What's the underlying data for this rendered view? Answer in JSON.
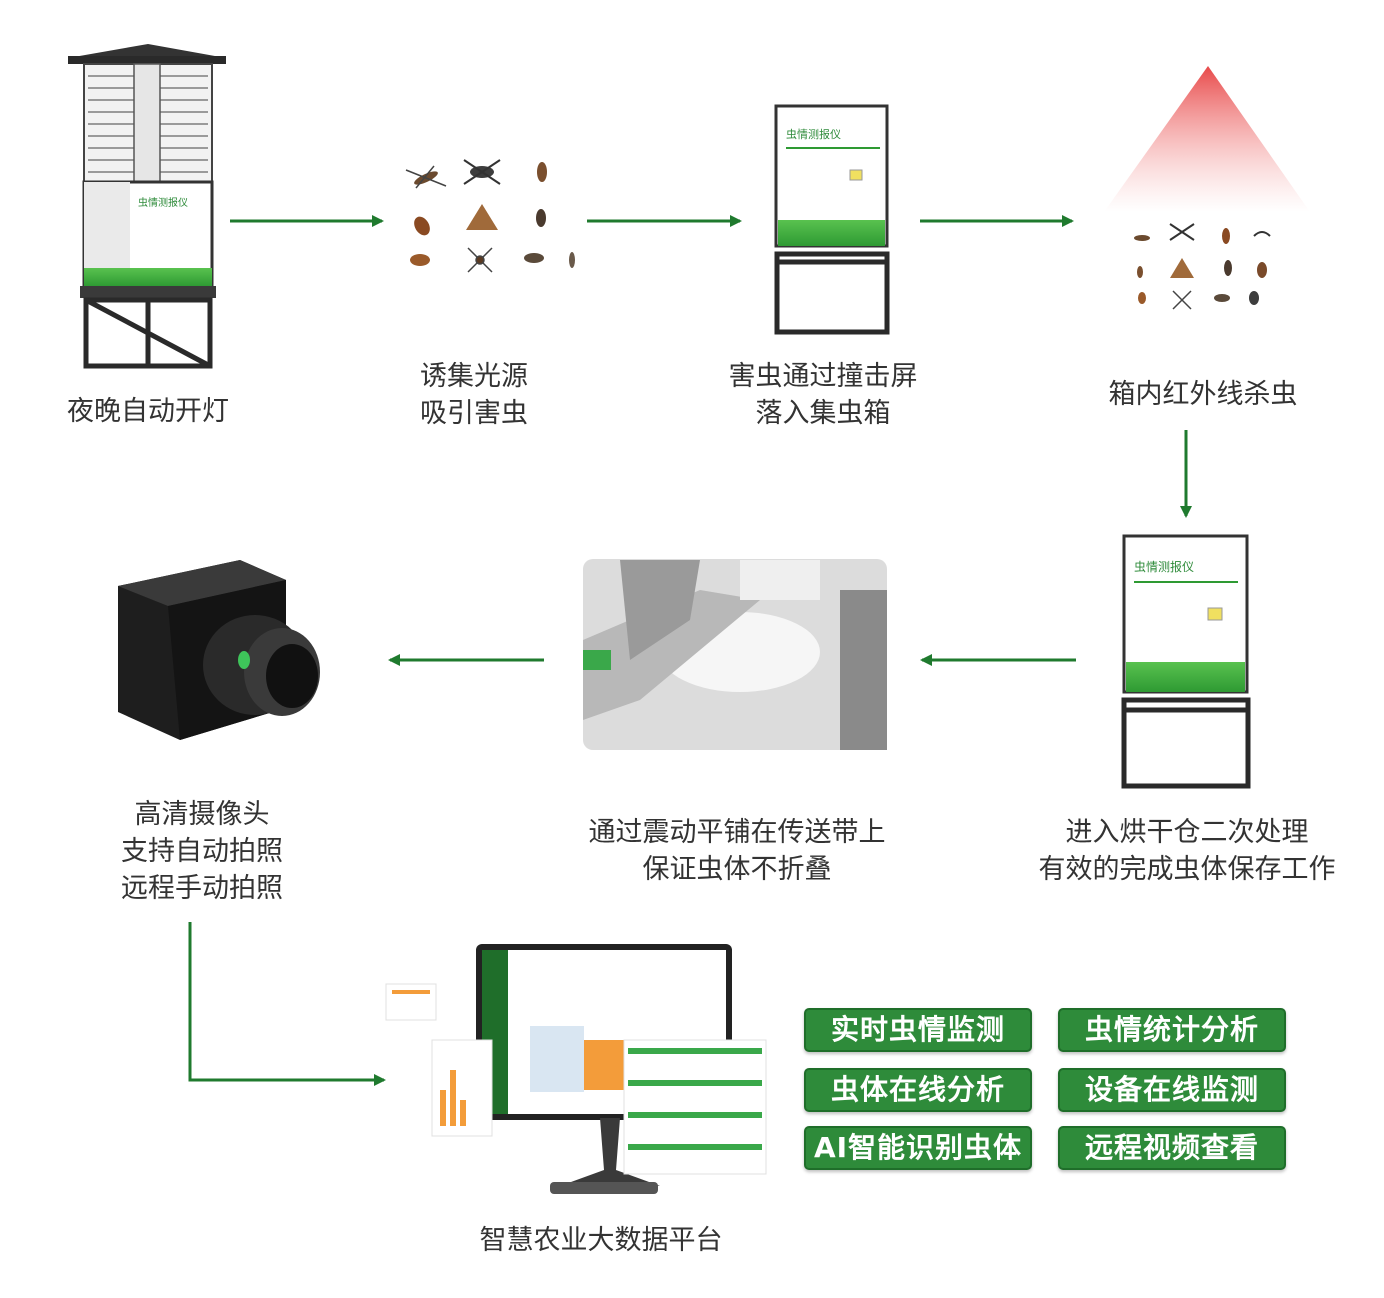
{
  "steps": {
    "s1": {
      "lines": [
        "夜晚自动开灯"
      ]
    },
    "s2": {
      "lines": [
        "诱集光源",
        "吸引害虫"
      ]
    },
    "s3": {
      "lines": [
        "害虫通过撞击屏",
        "落入集虫箱"
      ]
    },
    "s4": {
      "lines": [
        "箱内红外线杀虫"
      ]
    },
    "s5": {
      "lines": [
        "进入烘干仓二次处理",
        "有效的完成虫体保存工作"
      ]
    },
    "s6": {
      "lines": [
        "通过震动平铺在传送带上",
        "保证虫体不折叠"
      ]
    },
    "s7": {
      "lines": [
        "高清摄像头",
        "支持自动拍照",
        "远程手动拍照"
      ]
    },
    "s8": {
      "lines": [
        "智慧农业大数据平台"
      ]
    }
  },
  "device_label": "虫情测报仪",
  "features": [
    "实时虫情监测",
    "虫情统计分析",
    "虫体在线分析",
    "设备在线监测",
    "AI智能识别虫体",
    "远程视频查看"
  ],
  "colors": {
    "accent": "#2e8b3a",
    "arrow": "#1f7a2e",
    "infrared": "#e84a4a"
  }
}
